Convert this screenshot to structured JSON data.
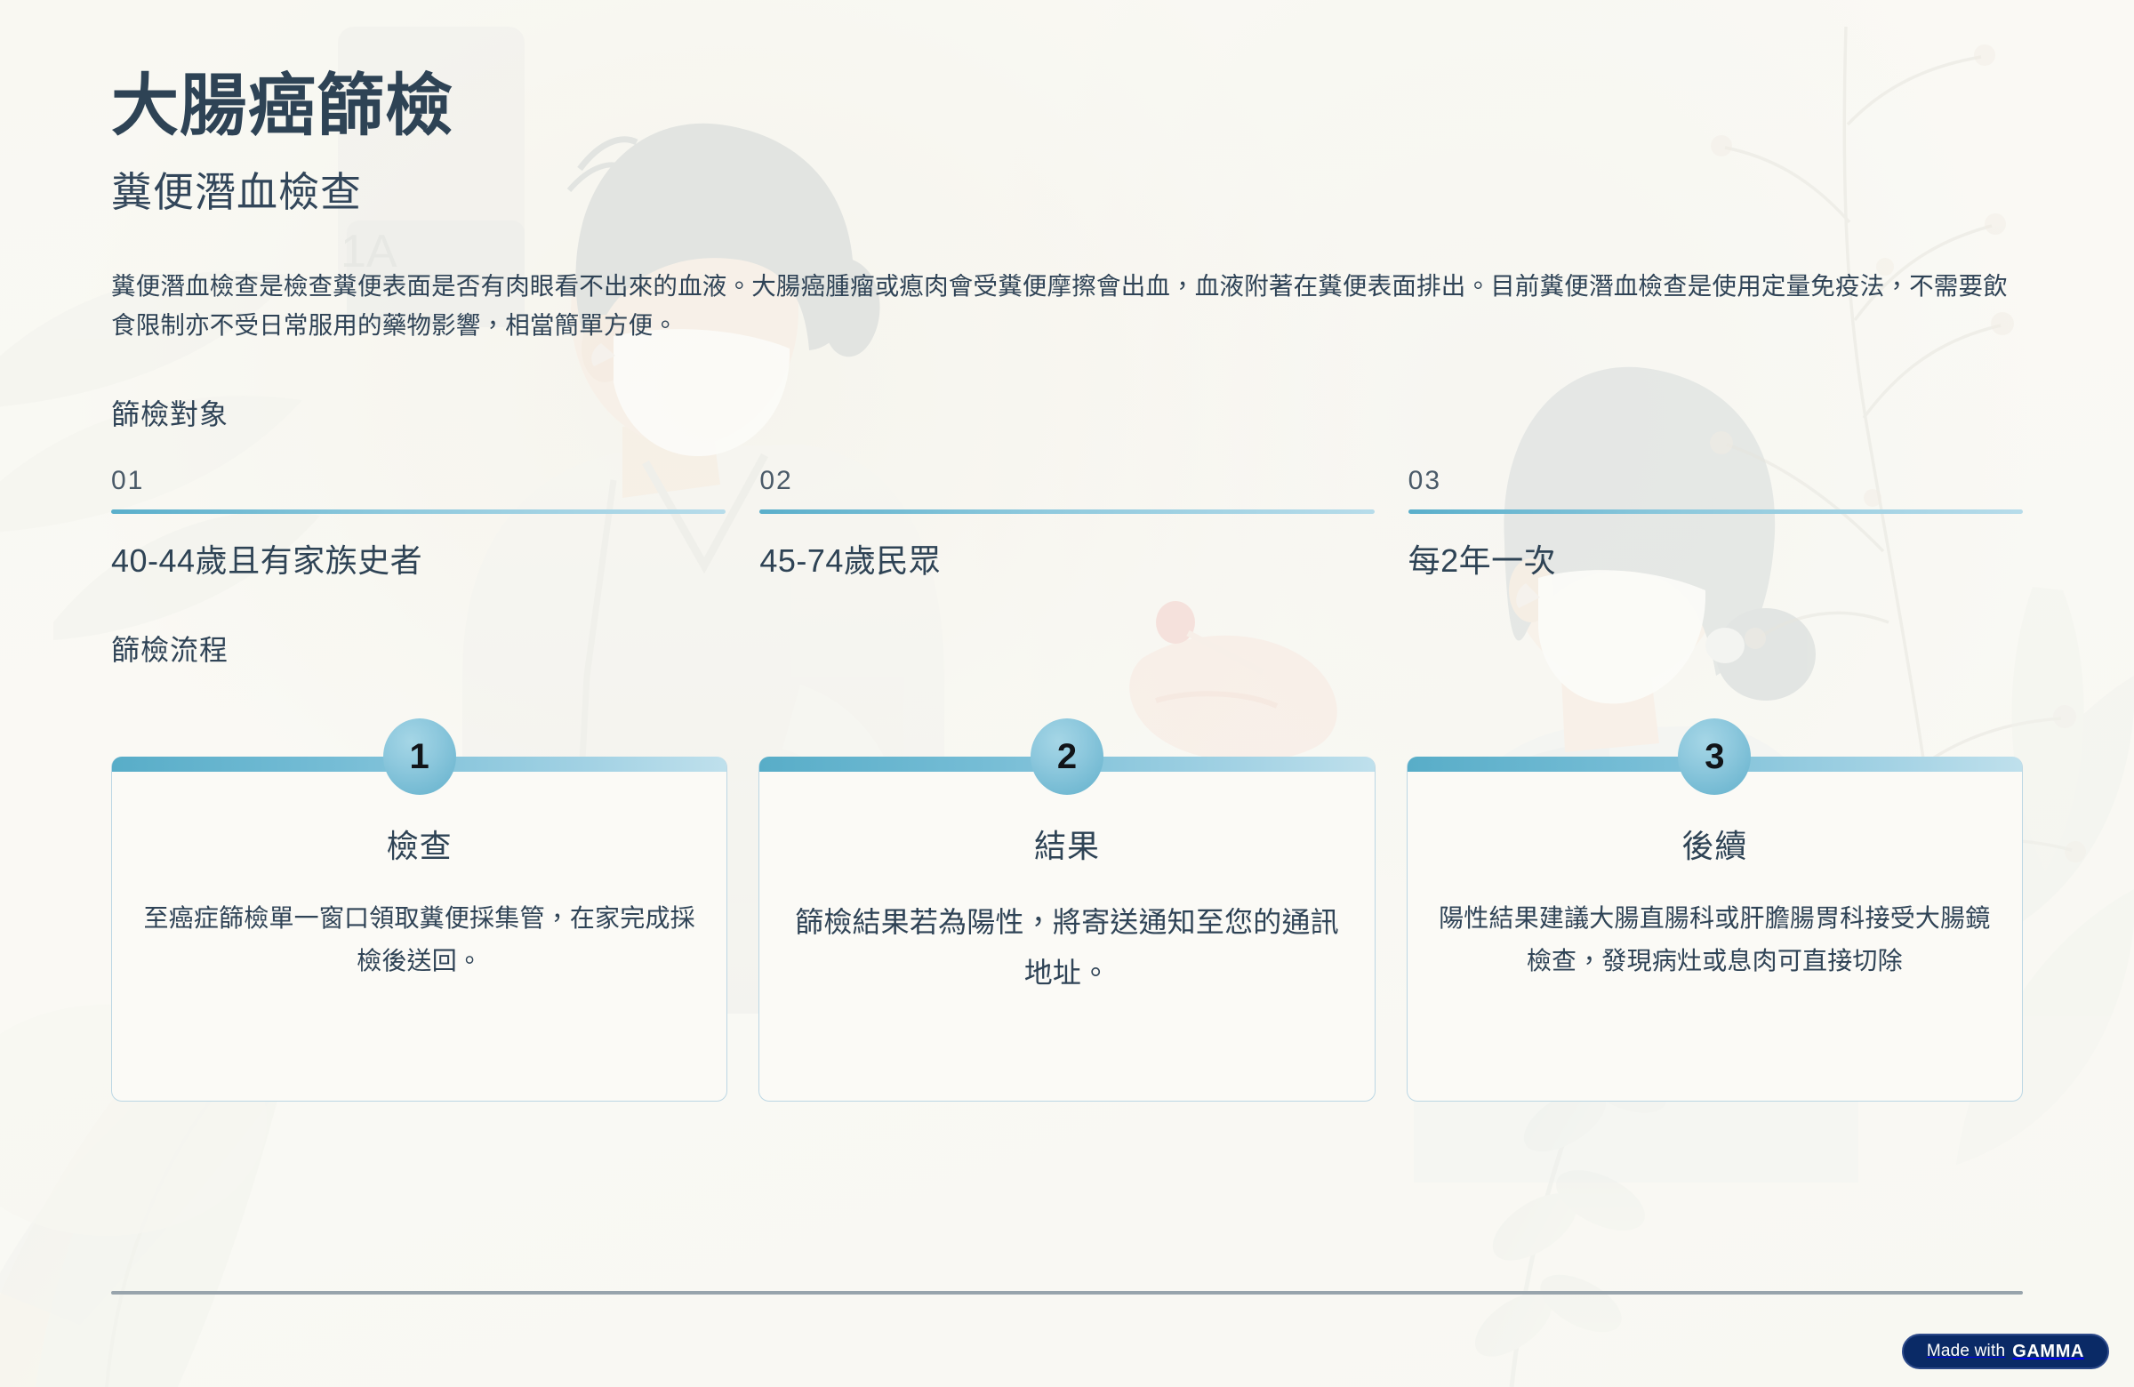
{
  "header": {
    "title": "大腸癌篩檢",
    "subtitle": "糞便潛血檢查",
    "intro": "糞便潛血檢查是檢查糞便表面是否有肉眼看不出來的血液。大腸癌腫瘤或瘜肉會受糞便摩擦會出血，血液附著在糞便表面排出。目前糞便潛血檢查是使用定量免疫法，不需要飲食限制亦不受日常服用的藥物影響，相當簡單方便。"
  },
  "targets": {
    "heading": "篩檢對象",
    "items": [
      {
        "number": "01",
        "text": "40-44歲且有家族史者"
      },
      {
        "number": "02",
        "text": "45-74歲民眾"
      },
      {
        "number": "03",
        "text": "每2年一次"
      }
    ]
  },
  "flow": {
    "heading": "篩檢流程",
    "steps": [
      {
        "number": "1",
        "title": "檢查",
        "body": "至癌症篩檢單一窗口領取糞便採集管，在家完成採檢後送回。"
      },
      {
        "number": "2",
        "title": "結果",
        "body": "篩檢結果若為陽性，將寄送通知至您的通訊地址。"
      },
      {
        "number": "3",
        "title": "後續",
        "body": "陽性結果建議大腸直腸科或肝膽腸胃科接受大腸鏡檢查，發現病灶或息肉可直接切除"
      }
    ]
  },
  "badge": {
    "prefix": "Made with",
    "brand": "GAMMA"
  },
  "colors": {
    "background": "#faf9f4",
    "text": "#2f4356",
    "accent_teal": "#58adc8",
    "accent_light": "#bfe0ec",
    "card_border": "#bcd7e4",
    "rule_gray": "#98a4ac",
    "badge_navy": "#0a2a66"
  }
}
